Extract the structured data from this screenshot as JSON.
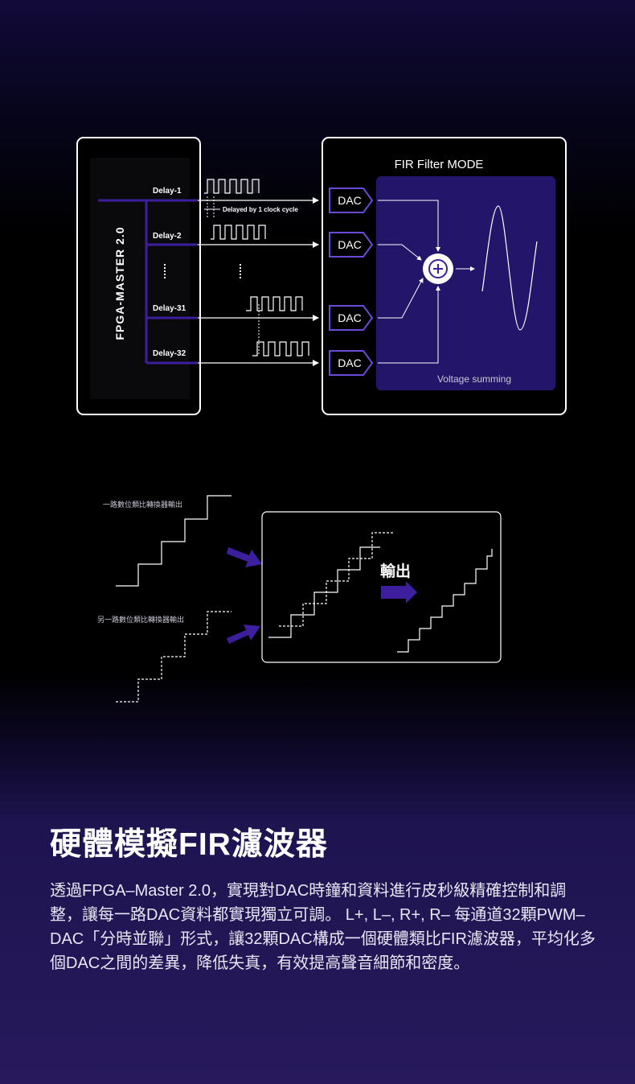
{
  "fpga_panel": {
    "vertical_title": "FPGA-MASTER 2.0",
    "delay_labels": [
      "Delay-1",
      "Delay-2",
      "Delay-31",
      "Delay-32"
    ],
    "delay_note": "Delayed by 1 clock cycle"
  },
  "fir_panel": {
    "title": "FIR Filter MODE",
    "dac_label": "DAC",
    "summing_label": "Voltage summing"
  },
  "staircase": {
    "dac_output_1": "一路數位類比轉換器輸出",
    "dac_output_2": "另一路數位類比轉換器輸出",
    "output_label": "輸出"
  },
  "colors": {
    "accent_purple": "#3d1f9e",
    "panel_inner": "#23166a",
    "heading": "#ffffff"
  },
  "article": {
    "heading": "硬體模擬FIR濾波器",
    "body": "透過FPGA–Master 2.0，實現對DAC時鐘和資料進行皮秒級精確控制和調整，讓每一路DAC資料都實現獨立可調。 L+, L–, R+, R– 每通道32顆PWM–DAC「分時並聯」形式，讓32顆DAC構成一個硬體類比FIR濾波器，平均化多個DAC之間的差異，降低失真，有效提高聲音細節和密度。"
  }
}
